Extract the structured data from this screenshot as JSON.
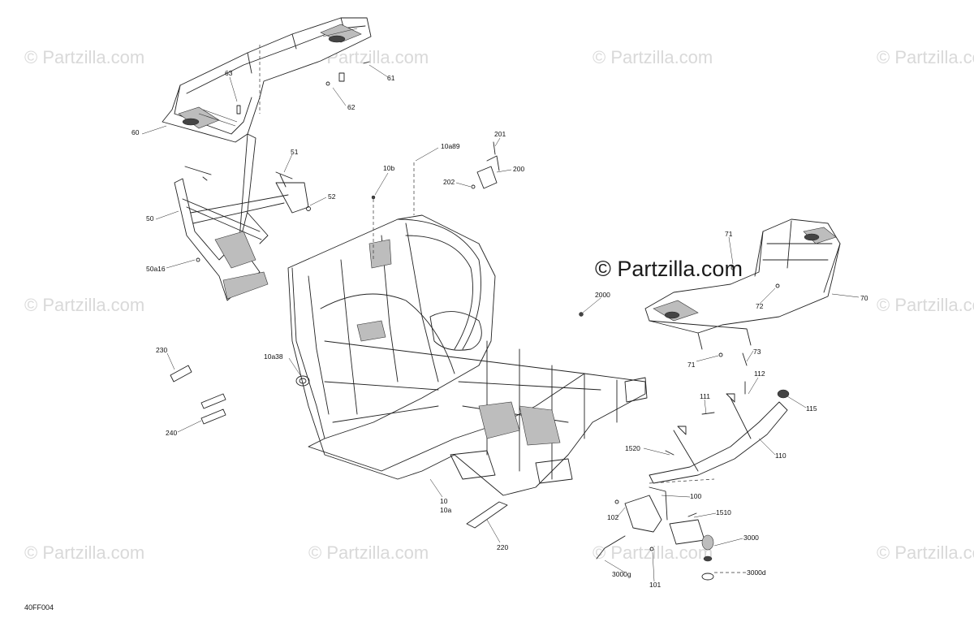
{
  "watermark": {
    "small_text": "© Partzilla.com",
    "center_text": "© Partzilla.com"
  },
  "diagram_code": "40FF004",
  "labels": {
    "l60": "60",
    "l61": "61",
    "l62": "62",
    "l63": "63",
    "l50": "50",
    "l50a16": "50a16",
    "l51": "51",
    "l52": "52",
    "l10b": "10b",
    "l10a89": "10a89",
    "l201": "201",
    "l200": "200",
    "l202": "202",
    "l2000": "2000",
    "l10a38": "10a38",
    "l230": "230",
    "l240": "240",
    "l10": "10",
    "l10a": "10a",
    "l220": "220",
    "l70": "70",
    "l71a": "71",
    "l71b": "71",
    "l72": "72",
    "l73": "73",
    "l111": "111",
    "l112": "112",
    "l115": "115",
    "l1520": "1520",
    "l110": "110",
    "l100": "100",
    "l102": "102",
    "l1510": "1510",
    "l3000": "3000",
    "l3000g": "3000g",
    "l101": "101",
    "l3000d": "3000d"
  },
  "colors": {
    "ink": "#222222",
    "watermark": "#d9d9d9",
    "background": "#ffffff"
  }
}
